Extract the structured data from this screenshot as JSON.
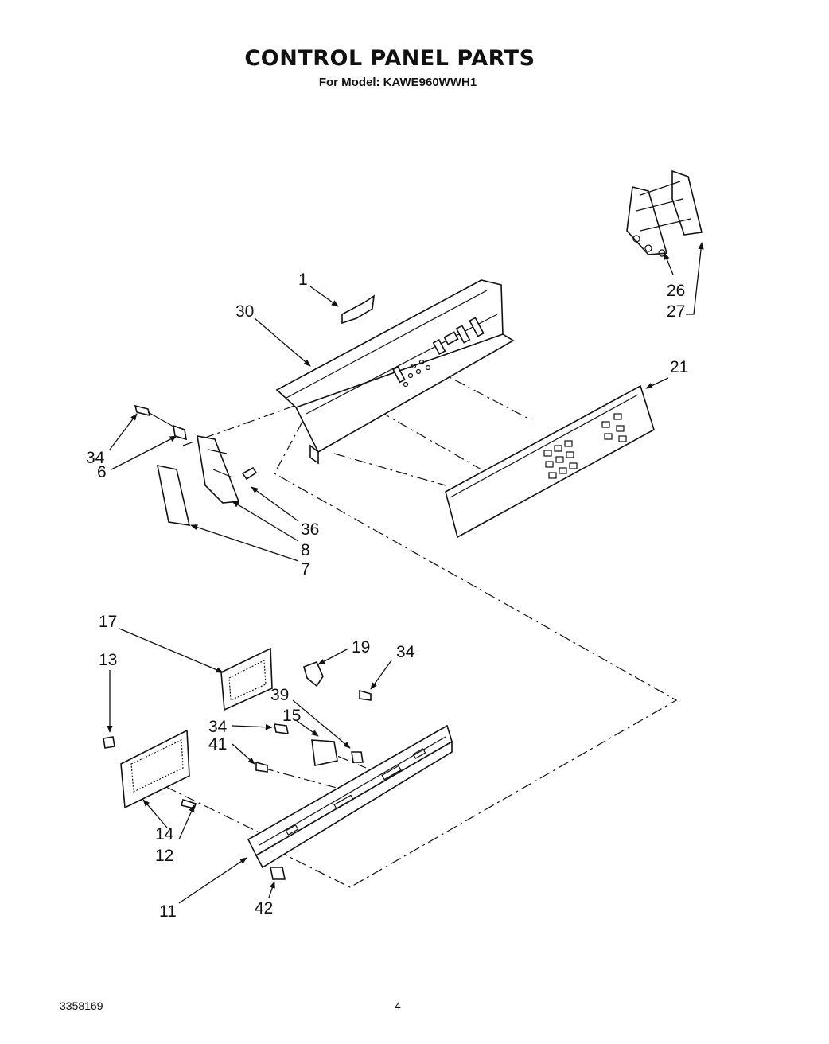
{
  "header": {
    "title": "CONTROL PANEL PARTS",
    "subtitle": "For Model: KAWE960WWH1"
  },
  "footer": {
    "doc_number": "3358169",
    "page_number": "4"
  },
  "callouts": {
    "c1": "1",
    "c30": "30",
    "c26": "26",
    "c27": "27",
    "c21": "21",
    "c34a": "34",
    "c6": "6",
    "c36": "36",
    "c8": "8",
    "c7": "7",
    "c17": "17",
    "c19": "19",
    "c34b": "34",
    "c13": "13",
    "c39": "39",
    "c15": "15",
    "c34c": "34",
    "c41": "41",
    "c14": "14",
    "c12": "12",
    "c11": "11",
    "c42": "42"
  }
}
